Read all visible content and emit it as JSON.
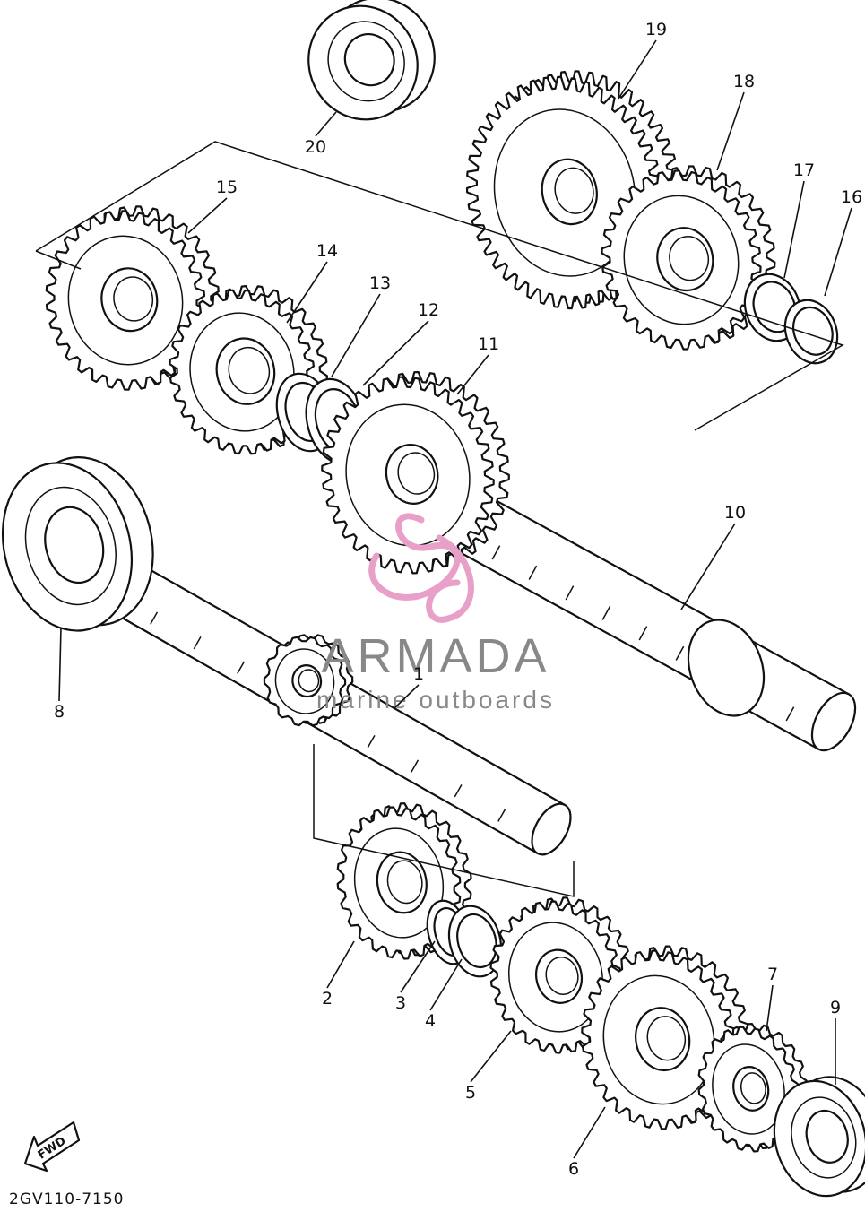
{
  "diagram": {
    "code": "2GV110-7150",
    "fwd_label": "FWD",
    "watermark": {
      "name": "ARMADA",
      "tagline": "marine outboards",
      "accent_color": "#e8a0c8",
      "text_color": "#888888"
    },
    "labels": [
      "1",
      "2",
      "3",
      "4",
      "5",
      "6",
      "7",
      "8",
      "9",
      "10",
      "11",
      "12",
      "13",
      "14",
      "15",
      "16",
      "17",
      "18",
      "19",
      "20"
    ]
  }
}
